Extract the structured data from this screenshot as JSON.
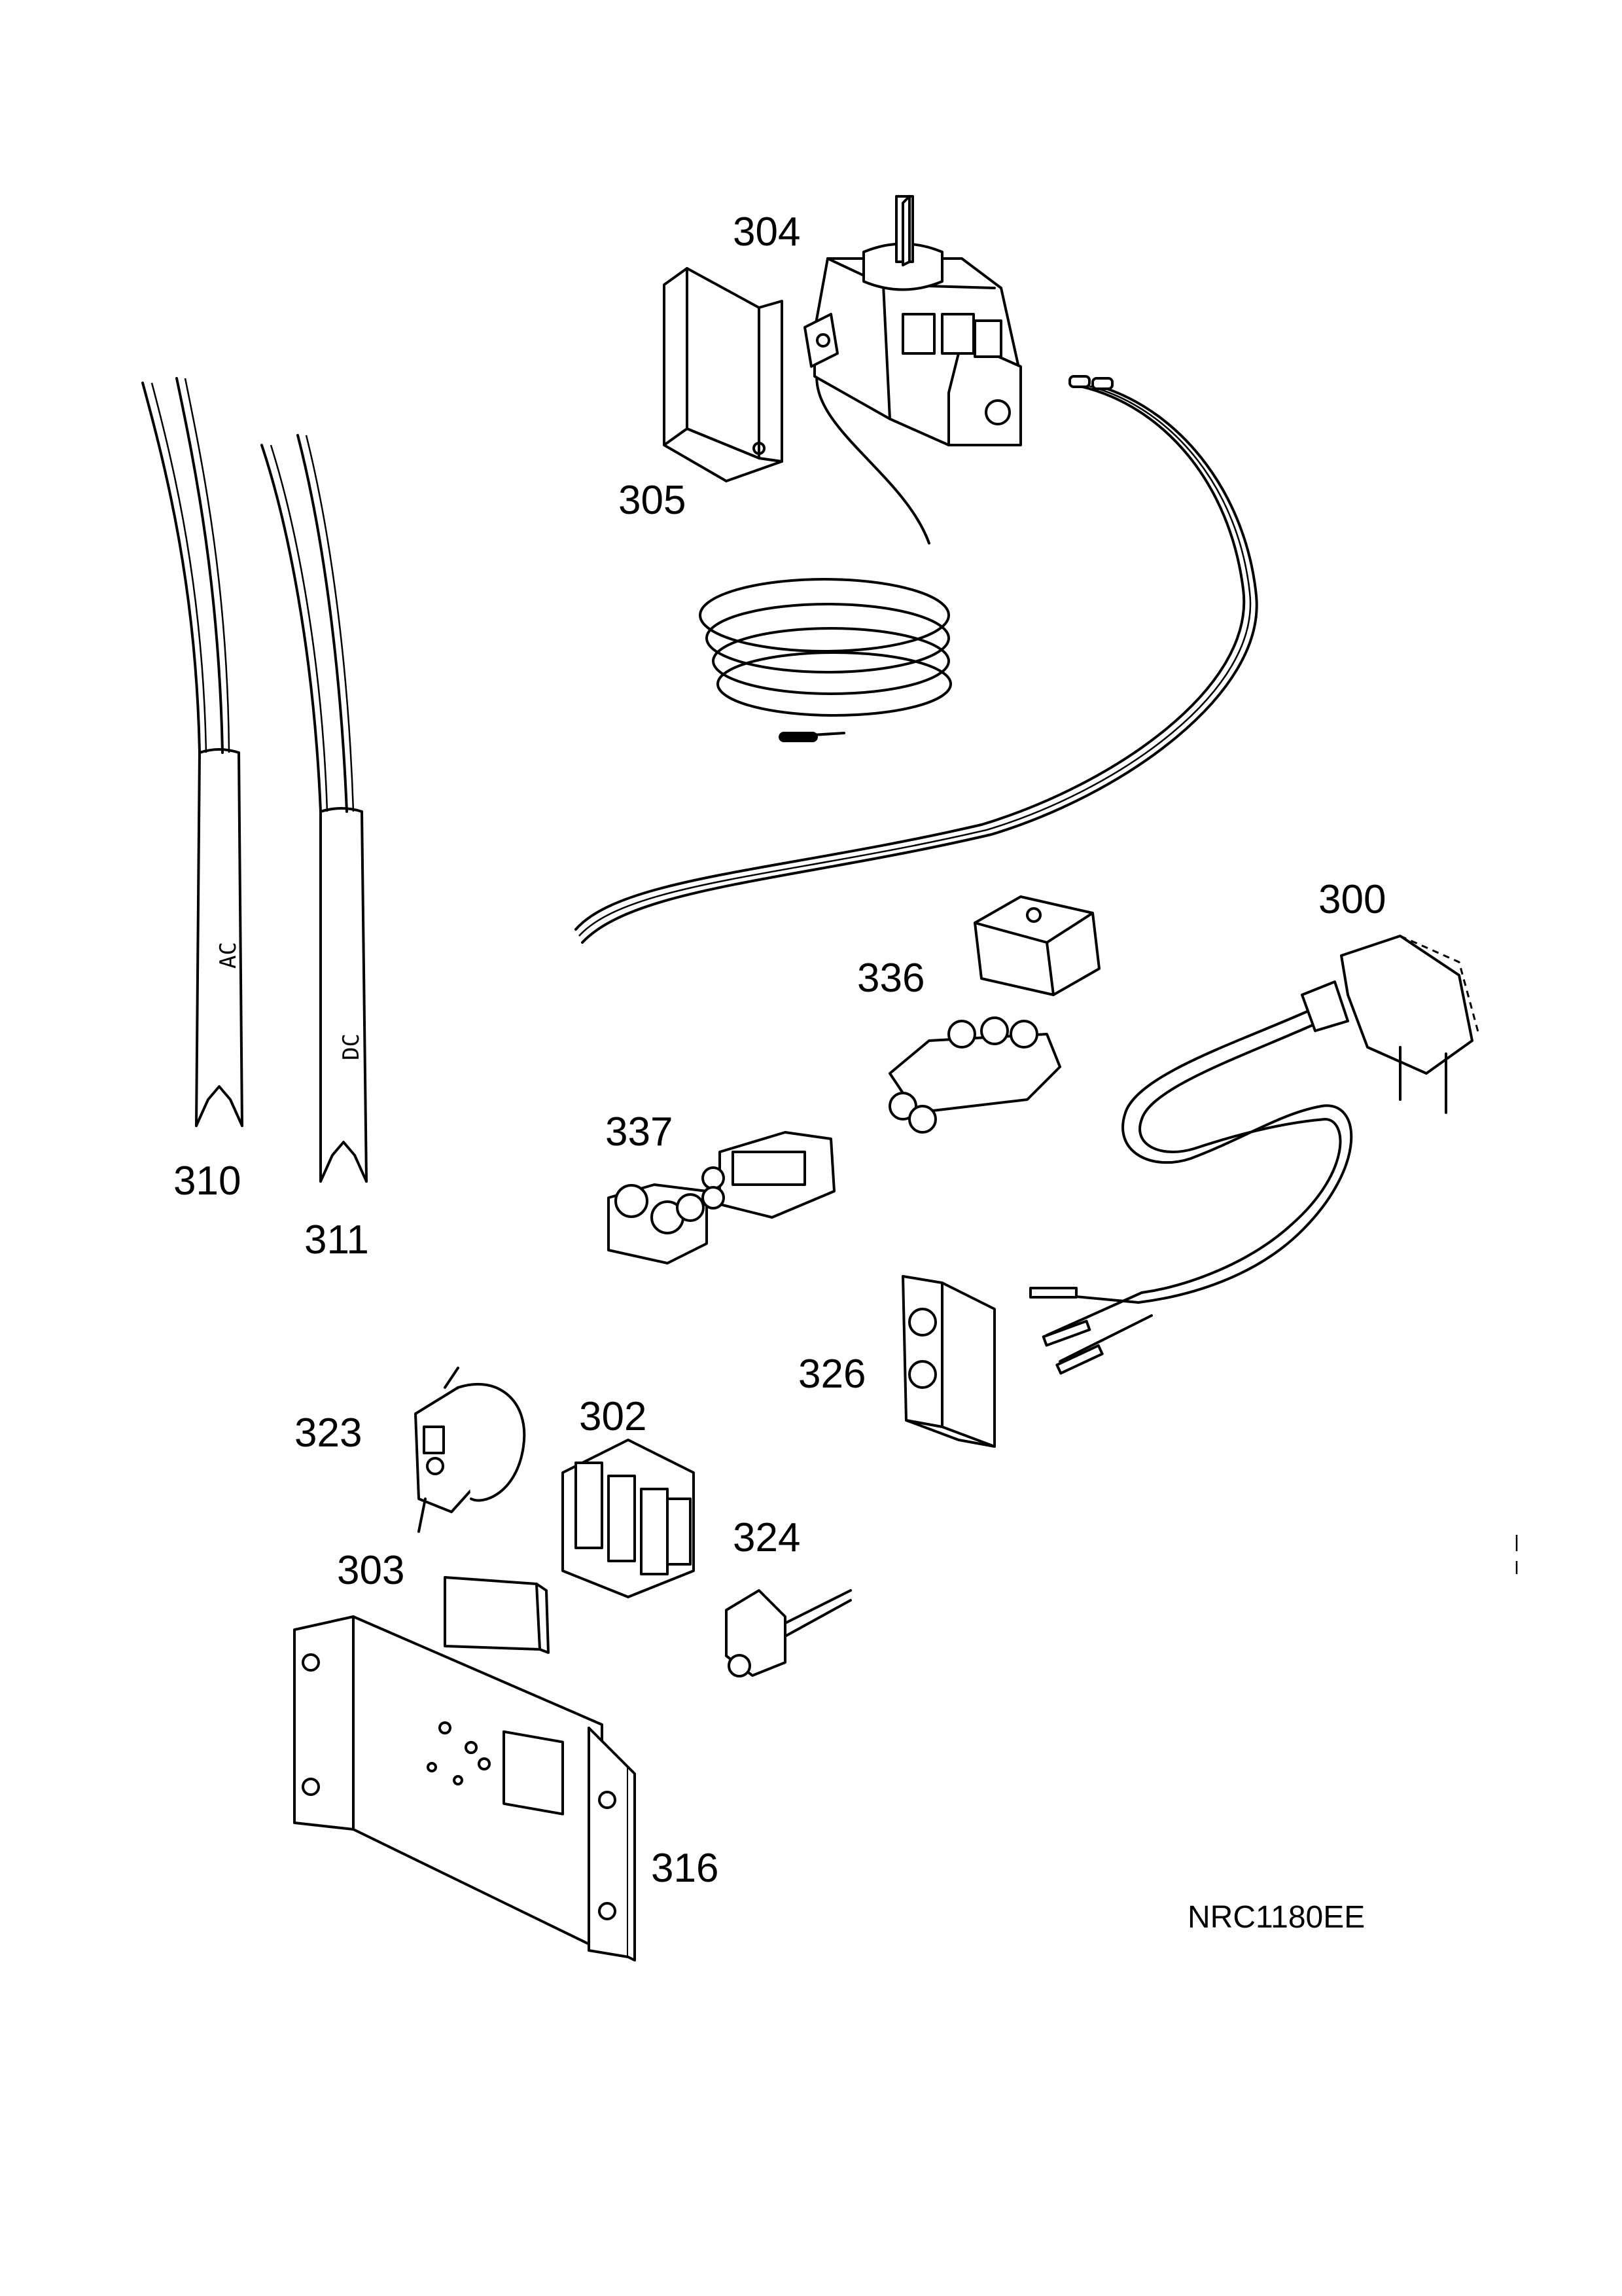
{
  "diagram": {
    "drawing_code": "NRC1180EE",
    "cable_prints": {
      "ac": "AC",
      "dc": "DC"
    },
    "parts": [
      {
        "id": "304",
        "label": "304",
        "icon": "thermostat-icon"
      },
      {
        "id": "305",
        "label": "305",
        "icon": "bracket-icon"
      },
      {
        "id": "310",
        "label": "310",
        "icon": "ac-cable-icon"
      },
      {
        "id": "311",
        "label": "311",
        "icon": "dc-cable-icon"
      },
      {
        "id": "300",
        "label": "300",
        "icon": "power-plug-icon"
      },
      {
        "id": "336",
        "label": "336",
        "icon": "terminal-connector-icon"
      },
      {
        "id": "337",
        "label": "337",
        "icon": "connector-block-icon"
      },
      {
        "id": "326",
        "label": "326",
        "icon": "cable-clamp-icon"
      },
      {
        "id": "323",
        "label": "323",
        "icon": "clip-icon"
      },
      {
        "id": "302",
        "label": "302",
        "icon": "terminal-block-icon"
      },
      {
        "id": "303",
        "label": "303",
        "icon": "insulation-pad-icon"
      },
      {
        "id": "324",
        "label": "324",
        "icon": "pin-clip-icon"
      },
      {
        "id": "316",
        "label": "316",
        "icon": "mounting-plate-icon"
      }
    ]
  }
}
